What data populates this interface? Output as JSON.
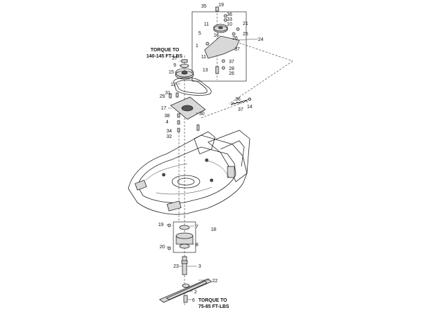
{
  "torque_notes": {
    "upper": {
      "line1": "TORQUE TO",
      "line2": "140-145 FT-LBS"
    },
    "lower": {
      "line1": "TORQUE TO",
      "line2": "75-85 FT-LBS"
    }
  },
  "callouts": {
    "c35": "35",
    "c19a": "19",
    "c36a": "36",
    "c33": "33",
    "c10": "10",
    "c11a": "11",
    "c5": "5",
    "c16": "16",
    "c21": "21",
    "c25": "25",
    "c24": "24",
    "c26a": "26",
    "c1": "1",
    "c37a": "37",
    "c11b": "11",
    "c37b": "37",
    "c13": "13",
    "c28": "28",
    "c26b": "26",
    "c27": "27",
    "c9": "9",
    "c15": "15",
    "c12": "12",
    "c29": "29",
    "c31": "31",
    "c17": "17",
    "c38": "38",
    "c4": "4",
    "c34": "34",
    "c32": "32",
    "c30": "30",
    "c36b": "36",
    "c14": "14",
    "c37c": "37",
    "c19b": "19",
    "c7": "7",
    "c18": "18",
    "c20": "20",
    "c8": "8",
    "c23": "23",
    "c3": "3",
    "c2": "2",
    "c22": "22",
    "c6": "6"
  }
}
